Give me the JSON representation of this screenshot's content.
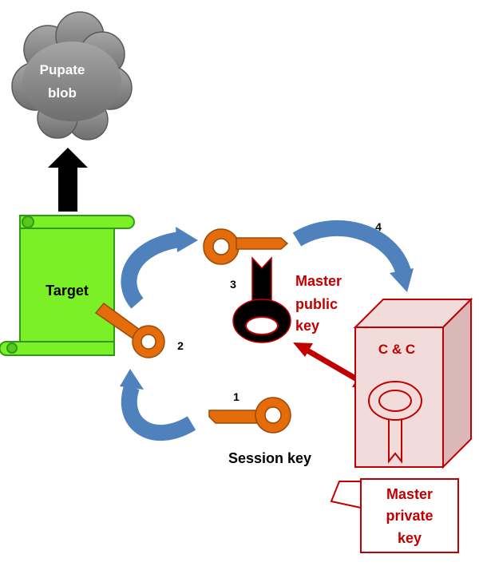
{
  "cloud": {
    "line1": "Pupate",
    "line2": "blob"
  },
  "target": {
    "label": "Target"
  },
  "steps": {
    "s1": "1",
    "s2": "2",
    "s3": "3",
    "s4": "4"
  },
  "session_key": {
    "label": "Session key"
  },
  "master_public": {
    "line1": "Master",
    "line2": "public",
    "line3": "key"
  },
  "cc": {
    "label": "C & C"
  },
  "master_private": {
    "line1": "Master",
    "line2": "private",
    "line3": "key"
  },
  "colors": {
    "key_orange": "#e46c0a",
    "arrow_blue": "#4f81bd",
    "dark_red": "#c00000",
    "scroll_green": "#7cf026",
    "cloud_grey": "#8a8a8a",
    "box_pink": "#f2dcdb"
  }
}
